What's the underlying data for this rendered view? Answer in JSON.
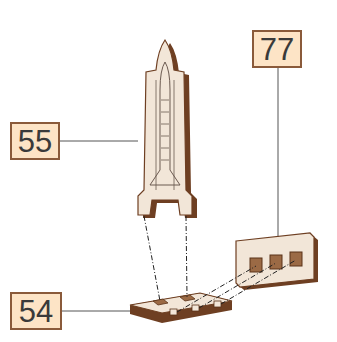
{
  "diagram": {
    "nodes": [
      {
        "text": [
          "77"
        ]
      },
      {
        "text": [
          "55"
        ]
      },
      {
        "text": [
          "54"
        ]
      }
    ]
  }
}
